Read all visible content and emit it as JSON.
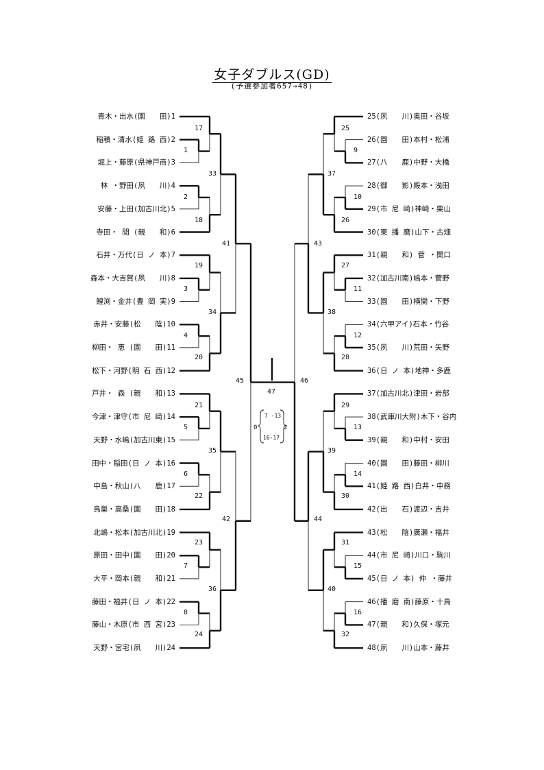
{
  "title": "女子ダブルス(GD)",
  "subtitle": "(予選参加者657→48)",
  "left_players": [
    "青木・出水(園　　田)1",
    "稲積・清水(姫 路 西)2",
    "堀上・藤原(県神戸商)3",
    "林 ・野田(夙　　川)4",
    "安藤・上田(加古川北)5",
    "寺田・ 間 (親　　和)6",
    "石井・万代(日 ノ 本)7",
    "森本・大吉賀(夙　　川)8",
    "鯉渕・金井(豊 岡 実)9",
    "赤井・安藤(松　　陰)10",
    "柳田・ 恵 (園　　田)11",
    "松下・河野(明 石 西)12",
    "戸井・ 森 (親　　和)13",
    "今津・津守(市 尼 崎)14",
    "天野・水嶋(加古川東)15",
    "田中・稲田(日 ノ 本)16",
    "中島・秋山(八　　鹿)17",
    "鳥巣・高桑(園　　田)18",
    "北嶋・松本(加古川北)19",
    "原田・田中(園　　田)20",
    "大平・岡本(親　　和)21",
    "藤田・福井(日 ノ 本)22",
    "藤山・木原(市 西 宮)23",
    "天野・宮宅(夙　　川)24"
  ],
  "right_players": [
    "25(夙　　川)奥田・谷坂",
    "26(園　　田)本村・松浦",
    "27(八　　鹿)中野・大橋",
    "28(御　　影)殿本・浅田",
    "29(市 尼 崎)神崎・栗山",
    "30(東 播 磨)山下・古畑",
    "31(親　　和) 菅 ・関口",
    "32(加古川南)嶋本・菅野",
    "33(園　　田)横関・下野",
    "34(六甲アイ)石本・竹谷",
    "35(夙　　川)荒田・矢野",
    "36(日 ノ 本)地神・多鹿",
    "37(加古川北)津田・岩部",
    "38(武庫川大附)木下・谷内",
    "39(親　　和)中村・安田",
    "40(園　　田)藤田・柳川",
    "41(姫 路 西)白井・中務",
    "42(出　　石)渡辺・吉井",
    "43(松　　陰)廣瀬・福井",
    "44(市 尼 崎)川口・駒川",
    "45(日 ノ 本) 仲 ・藤井",
    "46(播 磨 南)藤原・十鳥",
    "47(親　　和)久保・塚元",
    "48(夙　　川)山本・藤井"
  ],
  "final": {
    "match": "47",
    "score_top": "7 -13",
    "score_bottom": "16-17",
    "left_label": "0",
    "right_label": "2"
  }
}
